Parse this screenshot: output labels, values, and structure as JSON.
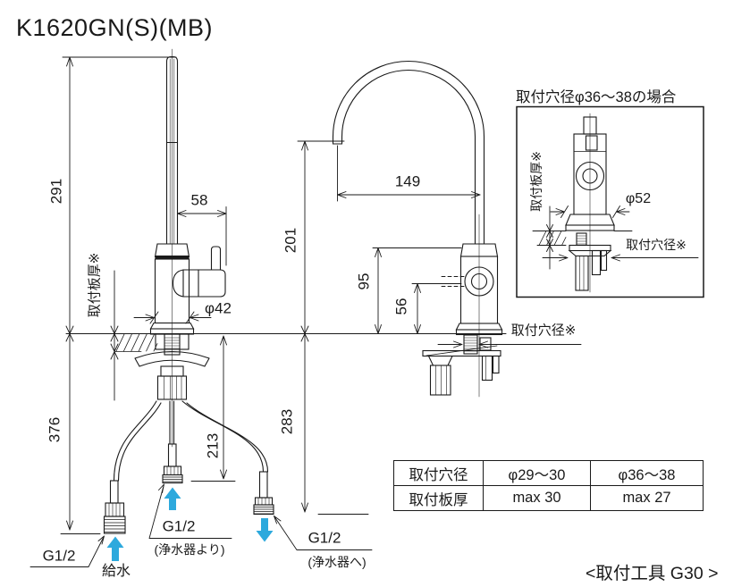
{
  "title": "K1620GN(S)(MB)",
  "colors": {
    "line": "#1a1a1a",
    "flow_arrow": "#2da9dd"
  },
  "left_view": {
    "dims": {
      "height_above_counter": "291",
      "handle_offset": "58",
      "body_diameter": "φ42",
      "below_counter_total": "376",
      "below_counter_center_hose": "213"
    },
    "plate_thickness_label": "取付板厚※"
  },
  "front_view": {
    "dims": {
      "spout_height": "201",
      "spout_reach": "149",
      "body_top_height": "95",
      "outlet_center_height": "56",
      "below_counter_hose": "283"
    },
    "hole_diameter_label": "取付穴径※"
  },
  "inset_view": {
    "title": "取付穴径φ36〜38の場合",
    "plate_thickness_label": "取付板厚※",
    "flange_diameter": "φ52",
    "hole_diameter_label": "取付穴径※"
  },
  "connections": {
    "supply_thread": "G1/2",
    "supply_label": "給水",
    "from_purifier_thread": "G1/2",
    "from_purifier_label": "(浄水器より)",
    "to_purifier_thread": "G1/2",
    "to_purifier_label": "(浄水器へ)"
  },
  "spec_table": {
    "rows": [
      [
        "取付穴径",
        "φ29〜30",
        "φ36〜38"
      ],
      [
        "取付板厚",
        "max 30",
        "max 27"
      ]
    ]
  },
  "tool_note": "<取付工具 G30 >"
}
